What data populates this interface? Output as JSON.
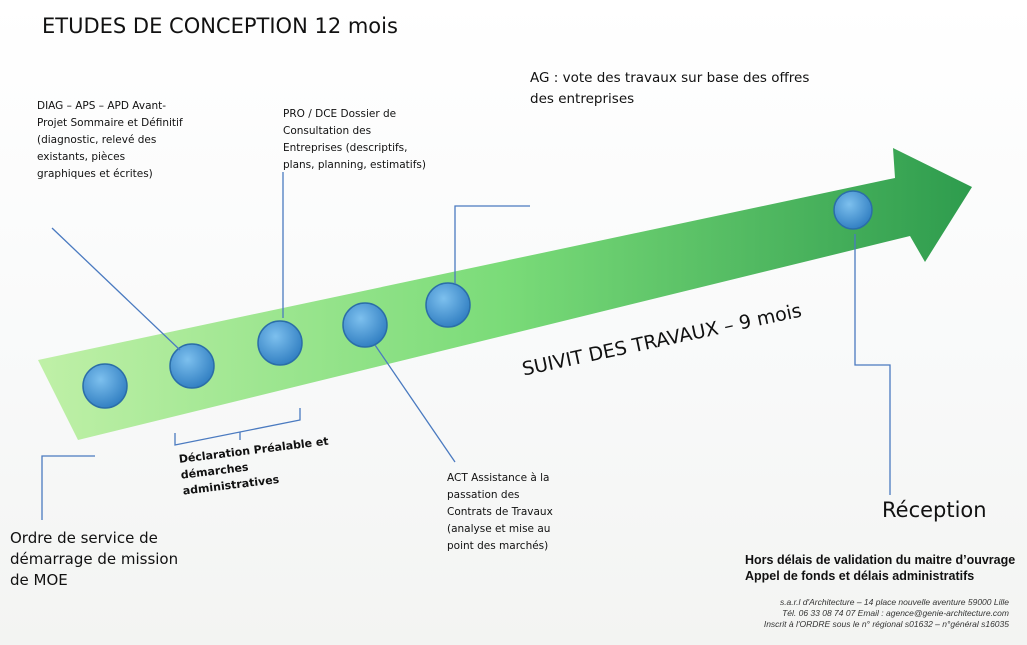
{
  "title": "ETUDES DE CONCEPTION 12 mois",
  "phases": {
    "diag": "DIAG – APS – APD Avant-Projet Sommaire et Définitif (diagnostic, relevé des existants, pièces graphiques et écrites)",
    "pro": "PRO / DCE Dossier de Consultation des Entreprises (descriptifs, plans, planning, estimatifs)",
    "ag": "AG : vote des travaux sur base des offres des entreprises",
    "act": "ACT Assistance à la passation des Contrats de Travaux (analyse et mise au point des marchés)",
    "declaration": "Déclaration Préalable et démarches administratives",
    "ordre": "Ordre de service de démarrage de mission de MOE",
    "suivi": "SUIVIT DES TRAVAUX – 9 mois",
    "reception": "Réception"
  },
  "notes": {
    "line1": "Hors délais de validation du maitre d’ouvrage",
    "line2": "Appel de fonds et délais administratifs"
  },
  "footer": {
    "line1": "s.a.r.l d'Architecture – 14 place nouvelle aventure 59000 Lille",
    "line2": "Tél. 06 33 08 74 07 Email : agence@genie-architecture.com",
    "line3": "Inscrit à l'ORDRE sous le n° régional s01632 – n°général s16035"
  },
  "colors": {
    "arrow": "#2fae3a",
    "milestone": "#3d8fd0",
    "line": "#4a7ac0"
  }
}
